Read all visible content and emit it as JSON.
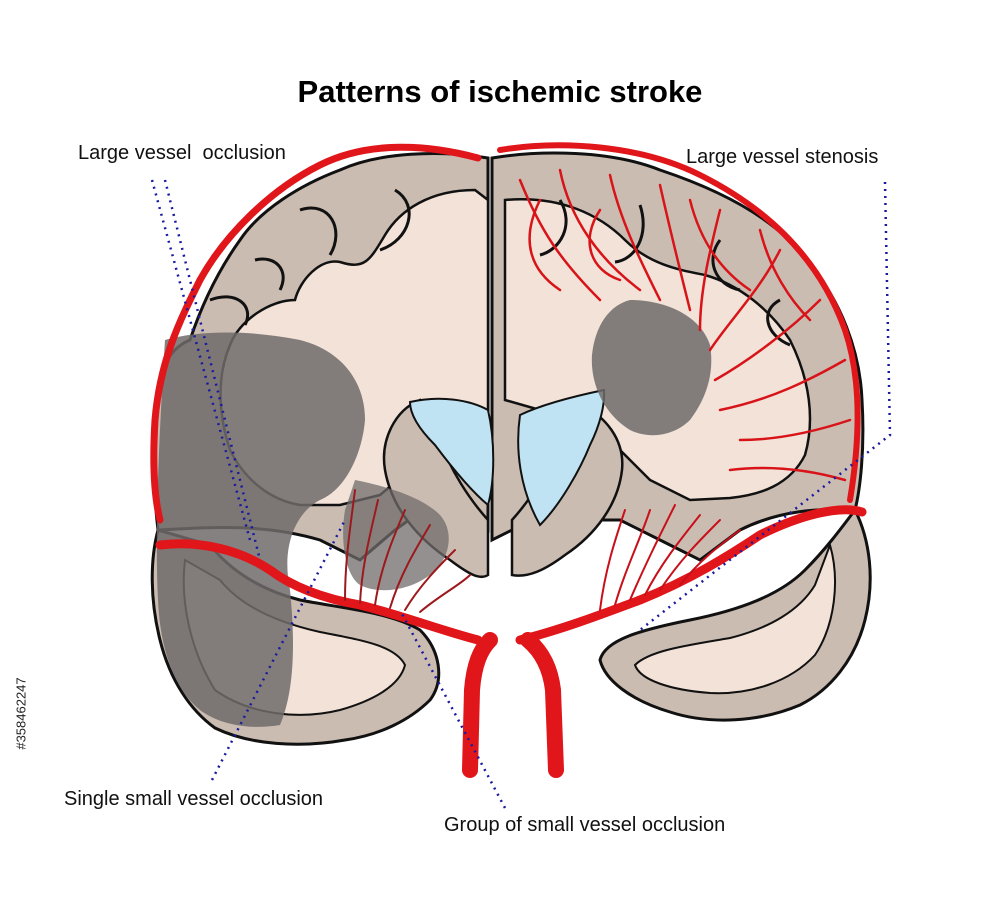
{
  "title": "Patterns of ischemic stroke",
  "labels": {
    "large_vessel_occlusion": "Large vessel  occlusion",
    "large_vessel_stenosis": "Large vessel stenosis",
    "single_small_vessel_occlusion": "Single small vessel occlusion",
    "group_small_vessel_occlusion": "Group of small vessel occlusion"
  },
  "side_text": "#358462247",
  "colors": {
    "white_matter": "#f2e2d8",
    "grey_matter": "#cbbcb2",
    "infarct": "#757170",
    "ventricle": "#bfe3f2",
    "vessel": "#e0161a",
    "outline": "#111111",
    "leader_line": "#1a1aa0"
  }
}
